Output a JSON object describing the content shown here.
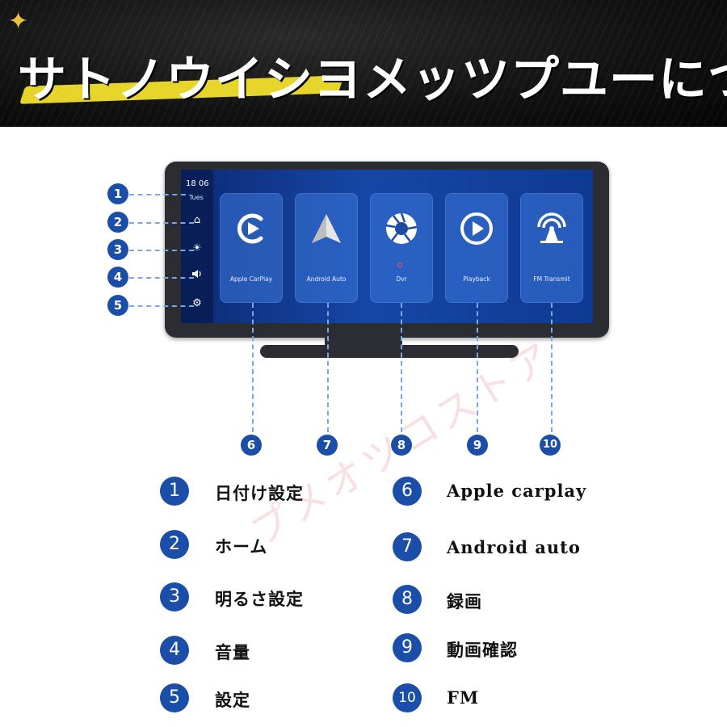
{
  "banner": {
    "title": "サトノウイシヨメッツプユーについて"
  },
  "screen": {
    "time": "18 06",
    "day": "Tues",
    "sidebar_icons": [
      "home-icon",
      "brightness-icon",
      "volume-icon",
      "settings-icon"
    ],
    "apps": [
      {
        "label": "Apple CarPlay",
        "icon": "carplay-icon"
      },
      {
        "label": "Android Auto",
        "icon": "android-auto-icon"
      },
      {
        "label": "Dvr",
        "icon": "aperture-icon"
      },
      {
        "label": "Playback",
        "icon": "play-icon"
      },
      {
        "label": "FM Transmit",
        "icon": "antenna-icon"
      }
    ]
  },
  "markers": [
    "1",
    "2",
    "3",
    "4",
    "5",
    "6",
    "7",
    "8",
    "9",
    "10"
  ],
  "legend": [
    {
      "num": "1",
      "text": "日付け設定"
    },
    {
      "num": "2",
      "text": "ホーム"
    },
    {
      "num": "3",
      "text": "明るさ設定"
    },
    {
      "num": "4",
      "text": "音量"
    },
    {
      "num": "5",
      "text": "設定"
    },
    {
      "num": "6",
      "text": "Apple carplay"
    },
    {
      "num": "7",
      "text": "Android auto"
    },
    {
      "num": "8",
      "text": "録画"
    },
    {
      "num": "9",
      "text": "動画確認"
    },
    {
      "num": "10",
      "text": "FM"
    }
  ],
  "watermark": "プメオツコストア",
  "colors": {
    "accent": "#1a4ea8",
    "highlight": "#f2df2a",
    "screen": "#1646a6"
  }
}
